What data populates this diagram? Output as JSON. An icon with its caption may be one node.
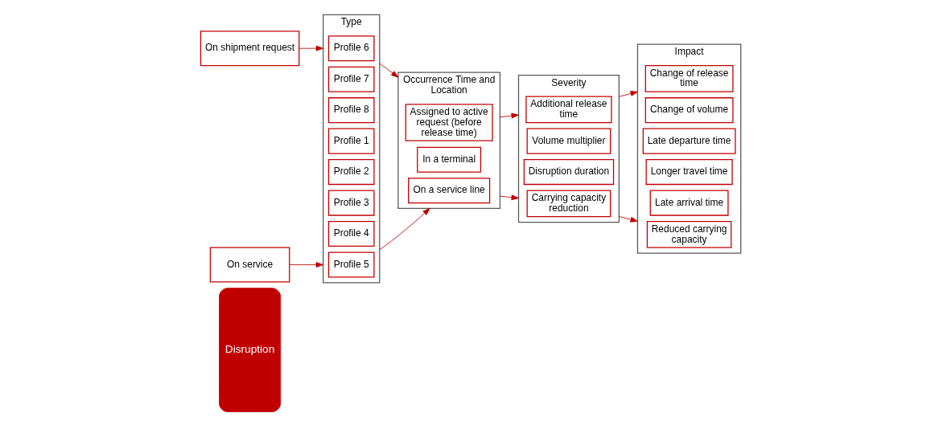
{
  "diagram": {
    "nodes": [
      {
        "text": [
          "Disruption"
        ]
      },
      {
        "text": [
          "On shipment request"
        ]
      },
      {
        "text": [
          "On service"
        ]
      },
      {
        "text": [
          "Type"
        ]
      },
      {
        "text": [
          "Profile 6"
        ],
        "in": 3
      },
      {
        "text": [
          "Profile 7"
        ],
        "in": 3
      },
      {
        "text": [
          "Profile 8"
        ],
        "in": 3
      },
      {
        "text": [
          "Profile 1"
        ],
        "in": 3
      },
      {
        "text": [
          "Profile 2"
        ],
        "in": 3
      },
      {
        "text": [
          "Profile 3"
        ],
        "in": 3
      },
      {
        "text": [
          "Profile 4"
        ],
        "in": 3
      },
      {
        "text": [
          "Profile 5"
        ],
        "in": 3
      },
      {
        "text": [
          "Occurrence Time and Location"
        ]
      },
      {
        "text": [
          "Assigned to active request (before release time)"
        ],
        "in": 12
      },
      {
        "text": [
          "In a terminal"
        ],
        "in": 12
      },
      {
        "text": [
          "On a service line"
        ],
        "in": 12
      },
      {
        "text": [
          "Severity"
        ]
      },
      {
        "text": [
          "Additional release time"
        ],
        "in": 16
      },
      {
        "text": [
          "Volume multiplier"
        ],
        "in": 16
      },
      {
        "text": [
          "Disruption duration"
        ],
        "in": 16
      },
      {
        "text": [
          "Carrying capacity reduction"
        ],
        "in": 16
      },
      {
        "text": [
          "Impact"
        ]
      },
      {
        "text": [
          "Change of release time"
        ],
        "in": 21
      },
      {
        "text": [
          "Change of volume"
        ],
        "in": 21
      },
      {
        "text": [
          "Late departure time"
        ],
        "in": 21
      },
      {
        "text": [
          "Longer travel time"
        ],
        "in": 21
      },
      {
        "text": [
          "Late arrival time"
        ],
        "in": 21
      },
      {
        "text": [
          "Reduced carrying capacity"
        ],
        "in": 21
      }
    ],
    "edges": [
      {
        "from": 1,
        "to": 3,
        "arrow": "to"
      },
      {
        "from": 3,
        "to": 12,
        "arrow": "to"
      },
      {
        "from": 12,
        "to": 16,
        "arrow": "to"
      },
      {
        "from": 16,
        "to": 21,
        "arrow": "to"
      },
      {
        "from": 2,
        "to": 3,
        "arrow": "to"
      },
      {
        "from": 3,
        "to": 12,
        "arrow": "to"
      },
      {
        "from": 12,
        "to": 16,
        "arrow": "to"
      },
      {
        "from": 16,
        "to": 21,
        "arrow": "to"
      }
    ]
  }
}
